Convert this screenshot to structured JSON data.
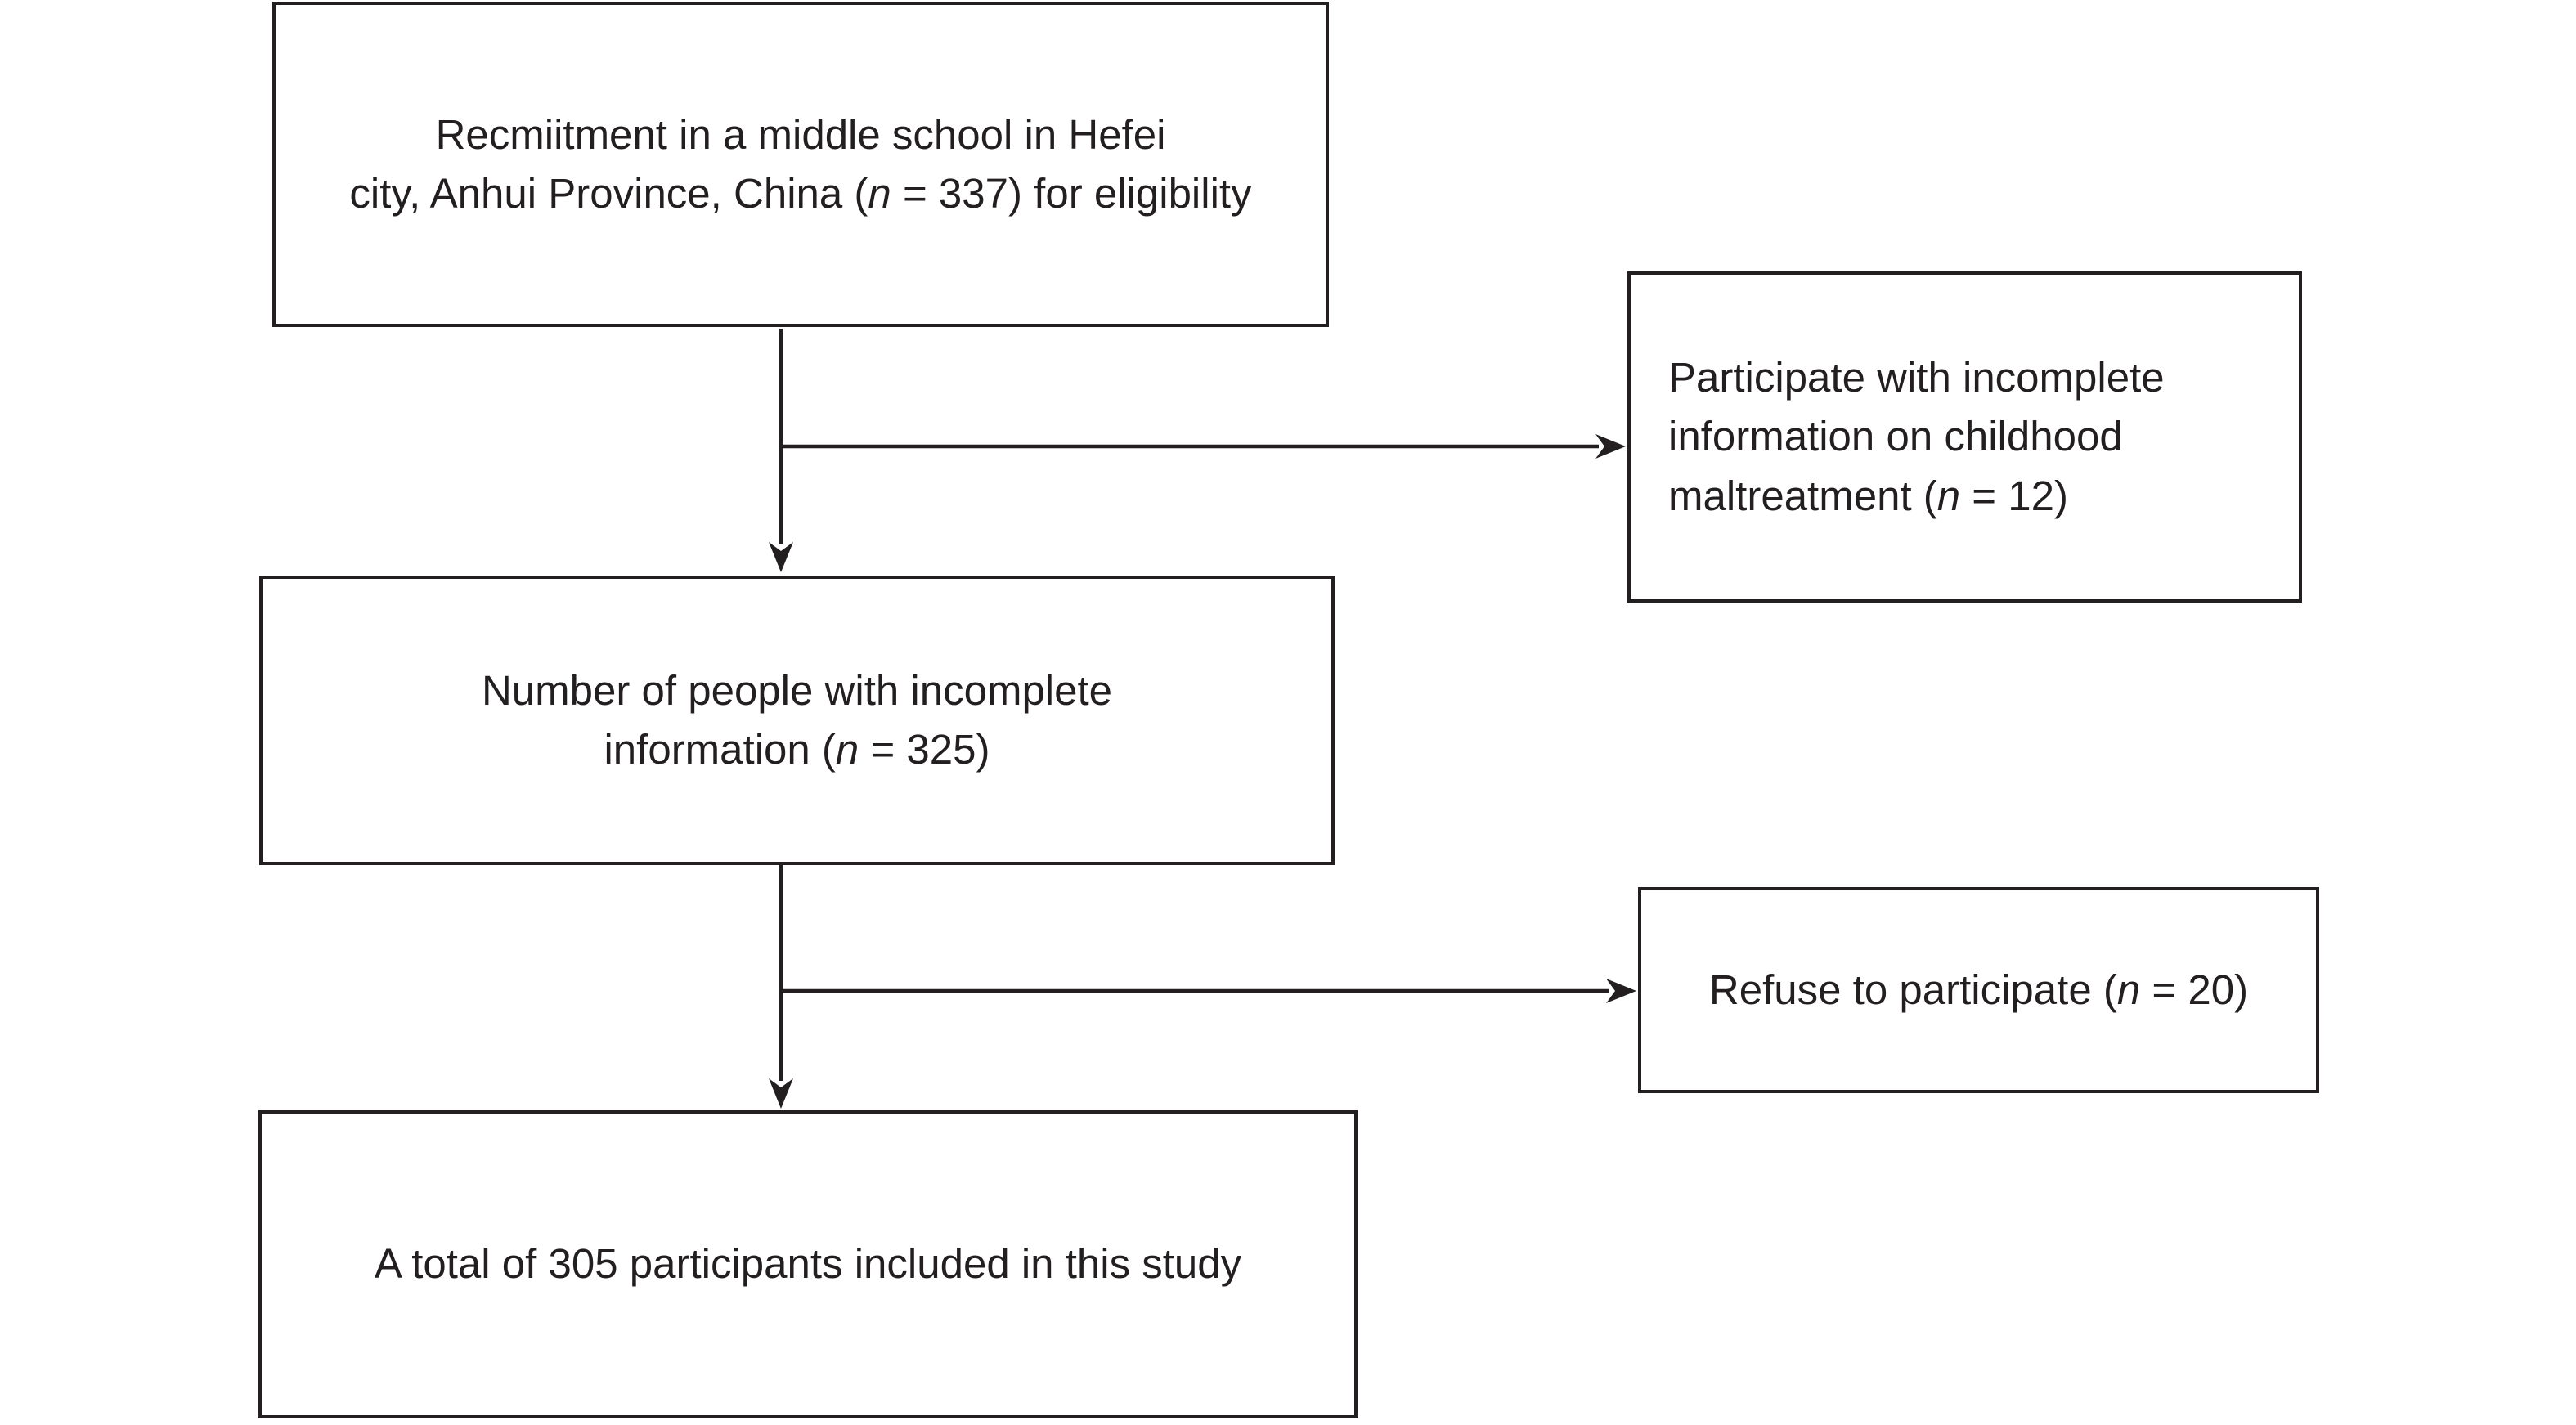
{
  "colors": {
    "background": "#ffffff",
    "text": "#231f20",
    "border": "#231f20",
    "line": "#231f20"
  },
  "flowchart": {
    "boxes": [
      {
        "id": "recruitment",
        "n": 337,
        "text": "Recmiitment in a middle school in Hefei city, Anhui Province, China (n = 337) for eligibility",
        "lines": [
          [
            {
              "t": "Recmiitment in a middle school in Hefei"
            }
          ],
          [
            {
              "t": "city, Anhui Province, China ("
            },
            {
              "t": "n",
              "i": true
            },
            {
              "t": " = 337) for eligibility"
            }
          ]
        ]
      },
      {
        "id": "excluded-incomplete-maltreatment",
        "n": 12,
        "text": "Participate with incomplete information on childhood maltreatment (n = 12)",
        "lines": [
          [
            {
              "t": "Participate with incomplete"
            }
          ],
          [
            {
              "t": "information on childhood"
            }
          ],
          [
            {
              "t": "maltreatment ("
            },
            {
              "t": "n",
              "i": true
            },
            {
              "t": " = 12)"
            }
          ]
        ]
      },
      {
        "id": "incomplete-information",
        "n": 325,
        "text": "Number of people with incomplete information (n = 325)",
        "lines": [
          [
            {
              "t": "Number of people with incomplete"
            }
          ],
          [
            {
              "t": "information ("
            },
            {
              "t": "n",
              "i": true
            },
            {
              "t": " = 325)"
            }
          ]
        ]
      },
      {
        "id": "refused-participation",
        "n": 20,
        "text": "Refuse to participate (n = 20)",
        "lines": [
          [
            {
              "t": "Refuse to participate ("
            },
            {
              "t": "n",
              "i": true
            },
            {
              "t": " = 20)"
            }
          ]
        ]
      },
      {
        "id": "total-included",
        "n": 305,
        "text": "A total of 305 participants included in this study",
        "lines": [
          [
            {
              "t": "A total of 305 participants included in this study"
            }
          ]
        ]
      }
    ]
  }
}
